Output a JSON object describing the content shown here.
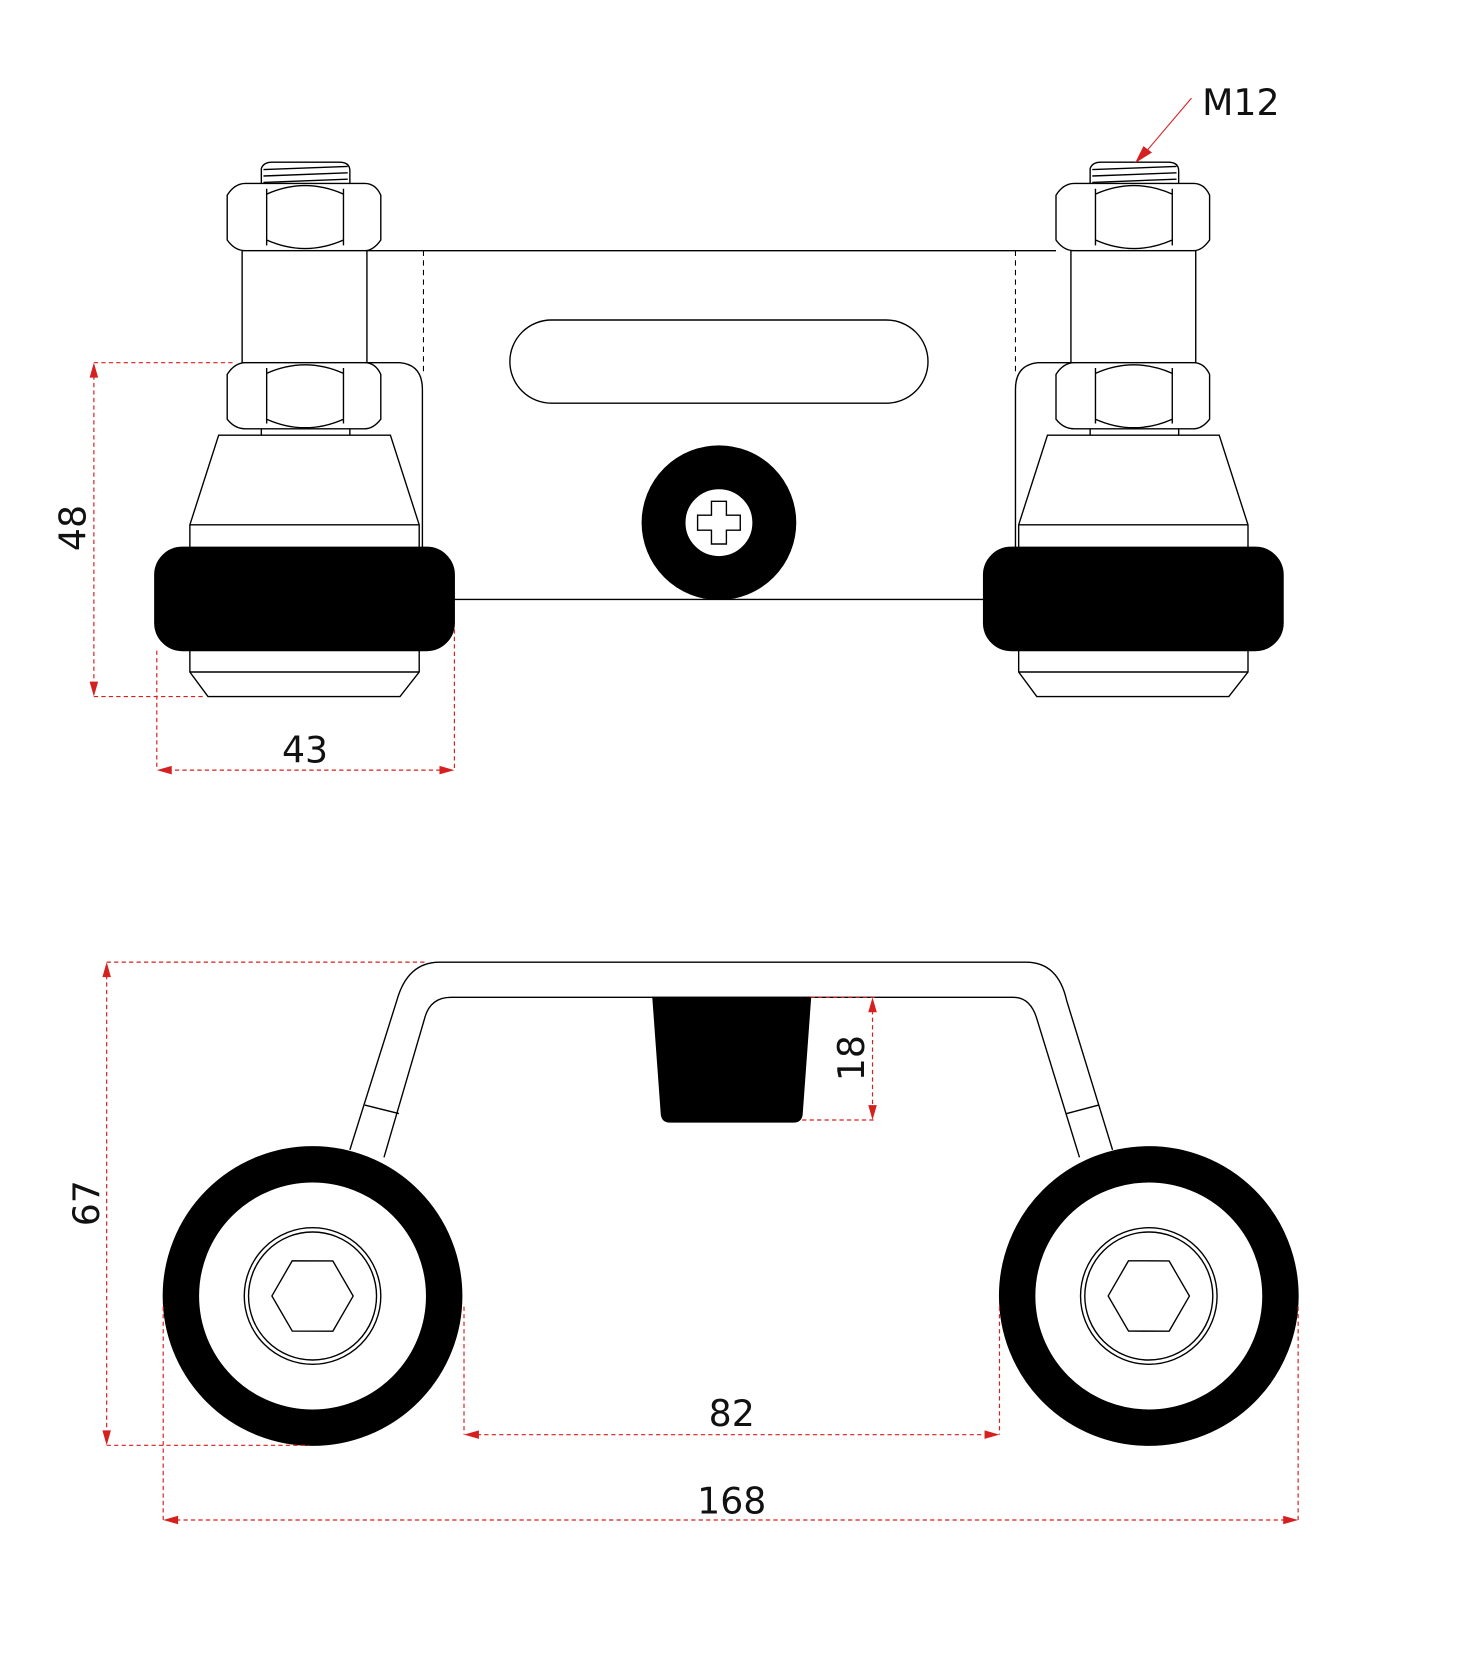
{
  "labels": {
    "thread": "M12",
    "top_height": "48",
    "top_width": "43",
    "side_height": "67",
    "block_height": "18",
    "wheel_gap": "82",
    "overall_width": "168"
  },
  "colors": {
    "dimension": "#d62020",
    "line": "#000000"
  }
}
